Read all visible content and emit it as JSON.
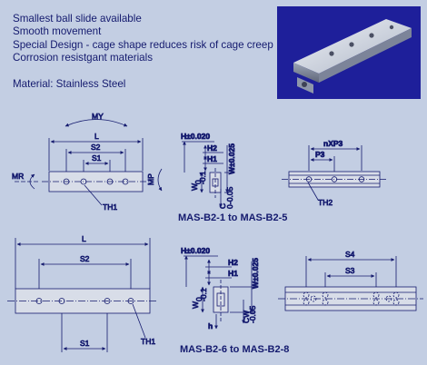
{
  "features": [
    "Smallest ball slide available",
    "Smooth movement",
    "Special Design - cage shape reduces risk  of cage creep",
    "Corrosion resistgant materials"
  ],
  "material": "Material: Stainless Steel",
  "captions": {
    "small_series": "MAS-B2-1 to MAS-B2-5",
    "large_series": "MAS-B2-6 to MAS-B2-8"
  },
  "dimension_labels": {
    "L": "L",
    "S1": "S1",
    "S2": "S2",
    "S3": "S3",
    "S4": "S4",
    "TH1": "TH1",
    "TH2": "TH2",
    "H_tol": "H±0.020",
    "H2": "H2",
    "H1": "H1",
    "W_tol": "W±0.025",
    "W_lim": "W",
    "W_upper": "0",
    "W_lower": "-0.1",
    "C": "C",
    "C_tol": "-0.05",
    "C_tol_zero": "0",
    "CW": "CW",
    "CW_tol": "-0.05",
    "nXP3": "nXP3",
    "P3": "P3",
    "MY": "MY",
    "MP": "MP",
    "MR": "MR",
    "h": "h"
  },
  "colors": {
    "background": "#c3cee3",
    "ink": "#141a6e",
    "photo_background": "#1e1f9a",
    "part_fill": "#d8dde8"
  }
}
